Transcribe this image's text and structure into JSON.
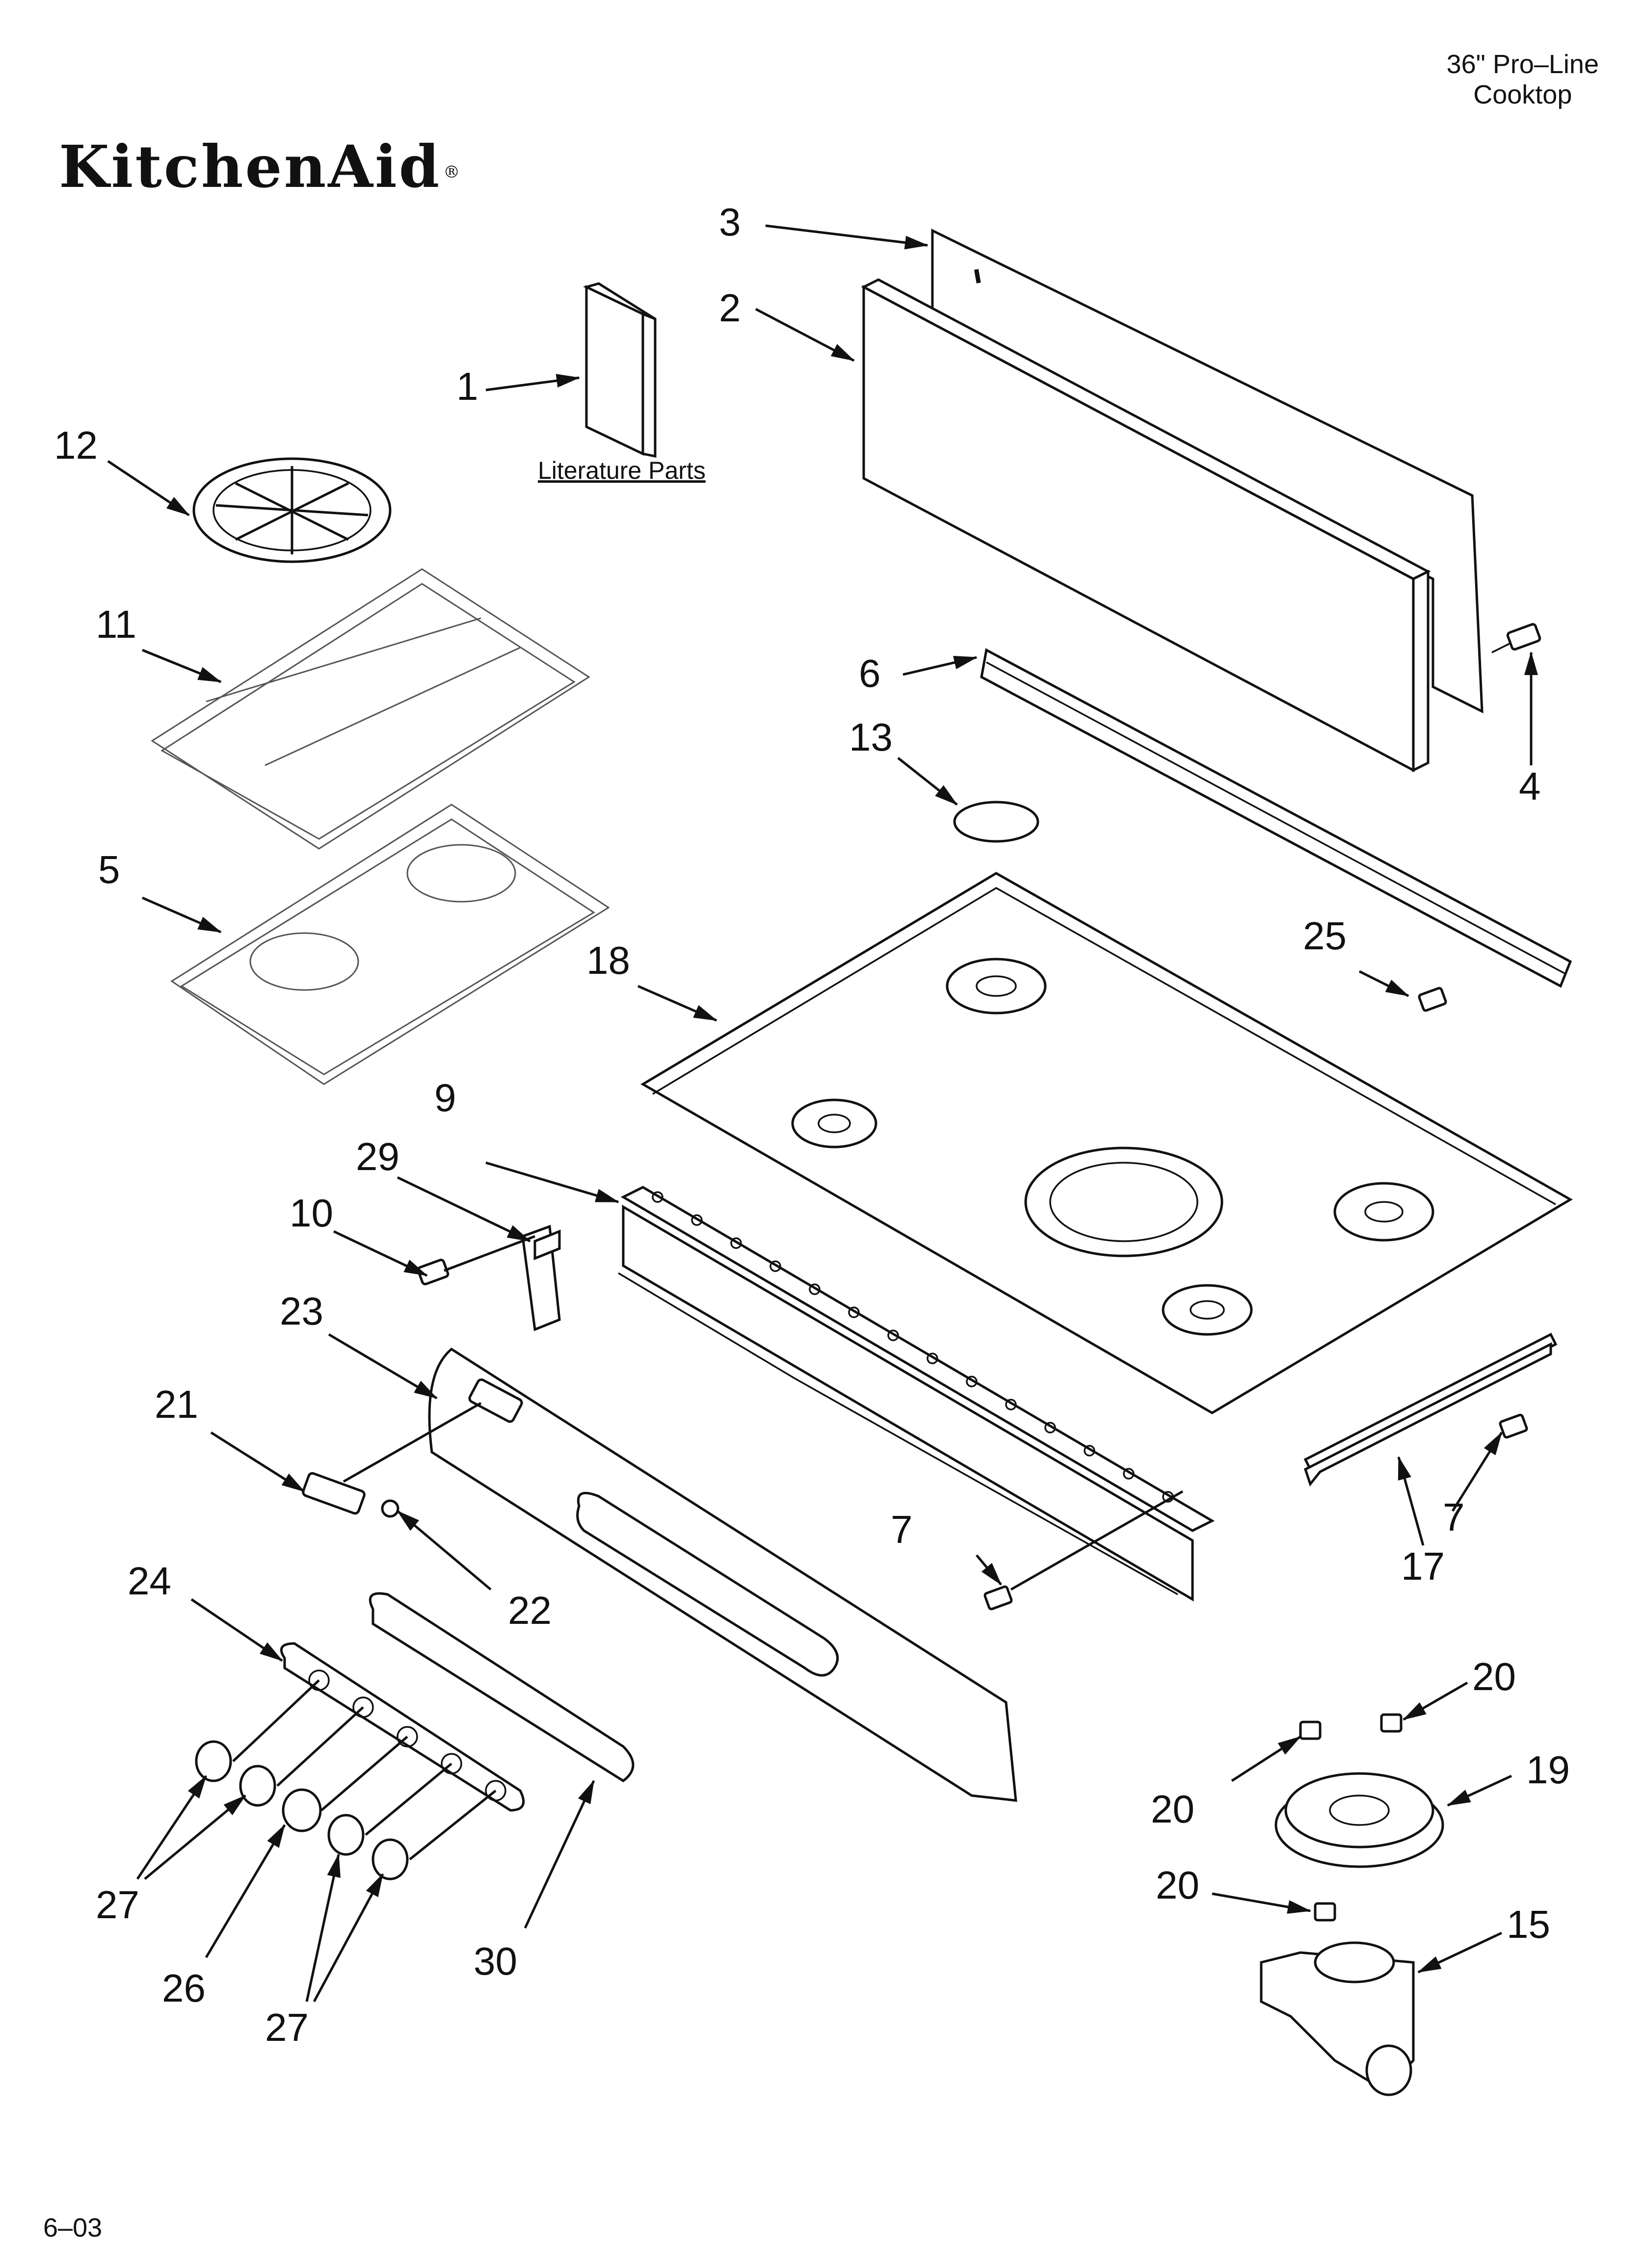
{
  "brand": {
    "logo_text": "KitchenAid",
    "registered": "®"
  },
  "header": {
    "line1": "36\" Pro–Line",
    "line2": "Cooktop"
  },
  "literature_label": "Literature Parts",
  "footer": {
    "code": "6–03"
  },
  "callouts": {
    "c1": "1",
    "c2": "2",
    "c3": "3",
    "c4": "4",
    "c5": "5",
    "c6": "6",
    "c7a": "7",
    "c7b": "7",
    "c9": "9",
    "c10": "10",
    "c11": "11",
    "c12": "12",
    "c13": "13",
    "c15": "15",
    "c17": "17",
    "c18": "18",
    "c19": "19",
    "c20a": "20",
    "c20b": "20",
    "c20c": "20",
    "c21": "21",
    "c22": "22",
    "c23": "23",
    "c24": "24",
    "c25": "25",
    "c26": "26",
    "c27a": "27",
    "c27b": "27",
    "c29": "29",
    "c30": "30"
  }
}
